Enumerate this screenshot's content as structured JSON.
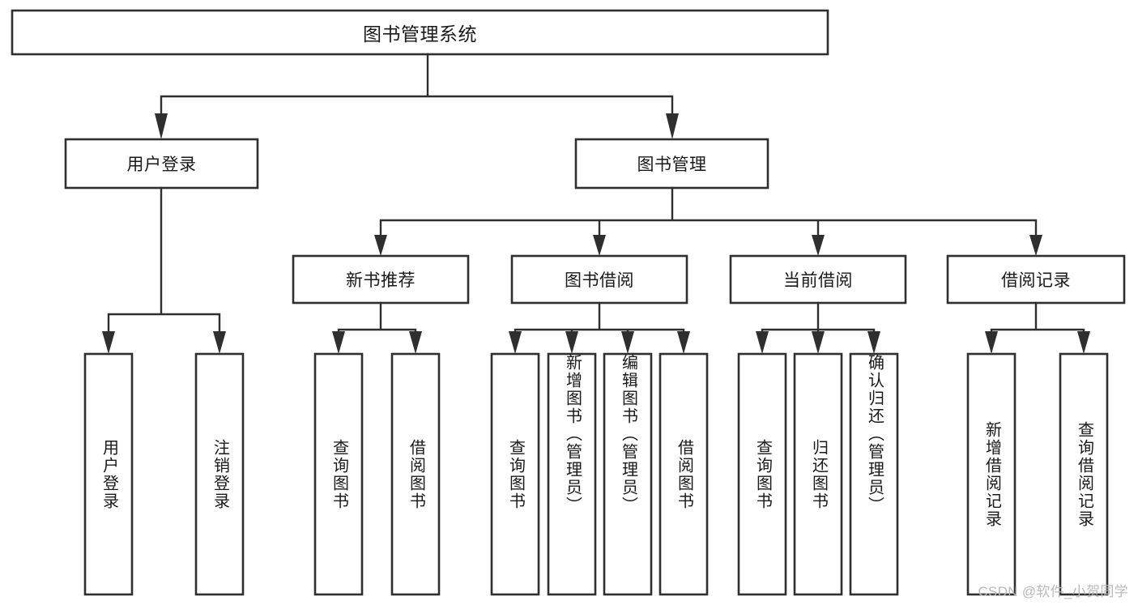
{
  "diagram": {
    "type": "tree-hierarchy",
    "title_text": "图书管理系统",
    "root": {
      "id": "root",
      "label": "图书管理系统"
    },
    "level2": [
      {
        "id": "user-login",
        "label": "用户登录"
      },
      {
        "id": "book-manage",
        "label": "图书管理"
      }
    ],
    "level3": [
      {
        "id": "new-book-recommend",
        "label": "新书推荐"
      },
      {
        "id": "book-borrow",
        "label": "图书借阅"
      },
      {
        "id": "current-borrow",
        "label": "当前借阅"
      },
      {
        "id": "borrow-record",
        "label": "借阅记录"
      }
    ],
    "leaves": [
      {
        "id": "leaf-user-login",
        "label": "用户登录",
        "parent": "user-login"
      },
      {
        "id": "leaf-logout",
        "label": "注销登录",
        "parent": "user-login"
      },
      {
        "id": "leaf-query-book-1",
        "label": "查询图书",
        "parent": "new-book-recommend"
      },
      {
        "id": "leaf-borrow-book-1",
        "label": "借阅图书",
        "parent": "new-book-recommend"
      },
      {
        "id": "leaf-query-book-2",
        "label": "查询图书",
        "parent": "book-borrow"
      },
      {
        "id": "leaf-add-book",
        "label": "新增图书（管理员）",
        "parent": "book-borrow"
      },
      {
        "id": "leaf-edit-book",
        "label": "编辑图书（管理员）",
        "parent": "book-borrow"
      },
      {
        "id": "leaf-borrow-book-2",
        "label": "借阅图书",
        "parent": "book-borrow"
      },
      {
        "id": "leaf-query-book-3",
        "label": "查询图书",
        "parent": "current-borrow"
      },
      {
        "id": "leaf-return-book",
        "label": "归还图书",
        "parent": "current-borrow"
      },
      {
        "id": "leaf-confirm-return",
        "label": "确认归还（管理员）",
        "parent": "current-borrow"
      },
      {
        "id": "leaf-add-record",
        "label": "新增借阅记录",
        "parent": "borrow-record"
      },
      {
        "id": "leaf-query-record",
        "label": "查询借阅记录",
        "parent": "borrow-record"
      }
    ]
  },
  "watermark": {
    "text": "CSDN @软件_小贺同学"
  },
  "colors": {
    "stroke": "#2f2f2f",
    "fill": "#ffffff",
    "text": "#1a1a1a",
    "watermark": "#b9b9b9"
  }
}
